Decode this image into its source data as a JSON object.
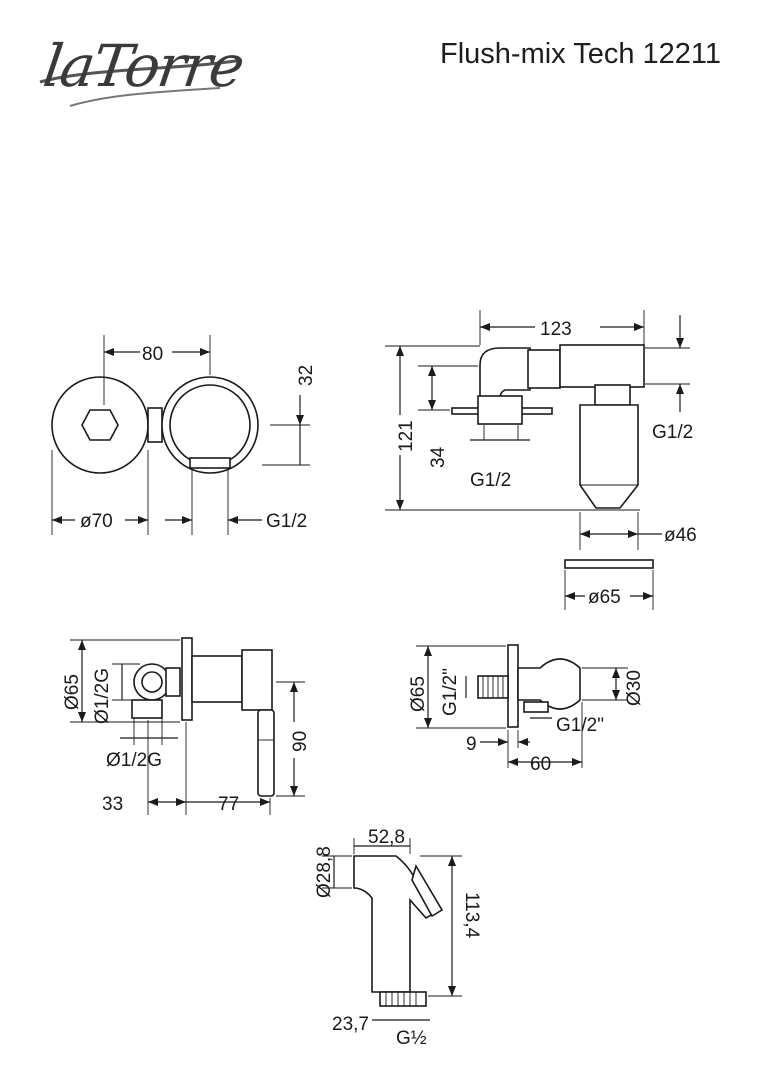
{
  "header": {
    "brand": "laTorre",
    "title": "Flush-mix Tech 12211"
  },
  "front_view": {
    "width": "80",
    "height": "32",
    "diameter": "ø70",
    "thread": "G1/2"
  },
  "side_view": {
    "length": "123",
    "height": "121",
    "depth": "34",
    "thread_left": "G1/2",
    "thread_right": "G1/2",
    "diameter_body": "ø46",
    "diameter_plate": "ø65"
  },
  "mixer_view": {
    "plate": "Ø65",
    "inlet": "Ø1/2G",
    "outlet": "Ø1/2G",
    "height": "90",
    "offset": "33",
    "length": "77"
  },
  "outlet_view": {
    "plate": "Ø65",
    "thread_top": "G1/2\"",
    "thread_side": "G1/2\"",
    "diameter": "Ø30",
    "offset": "9",
    "length": "60"
  },
  "spray_view": {
    "head_width": "52,8",
    "head_diameter": "Ø28,8",
    "length": "113,4",
    "base": "23,7",
    "thread": "G½"
  }
}
